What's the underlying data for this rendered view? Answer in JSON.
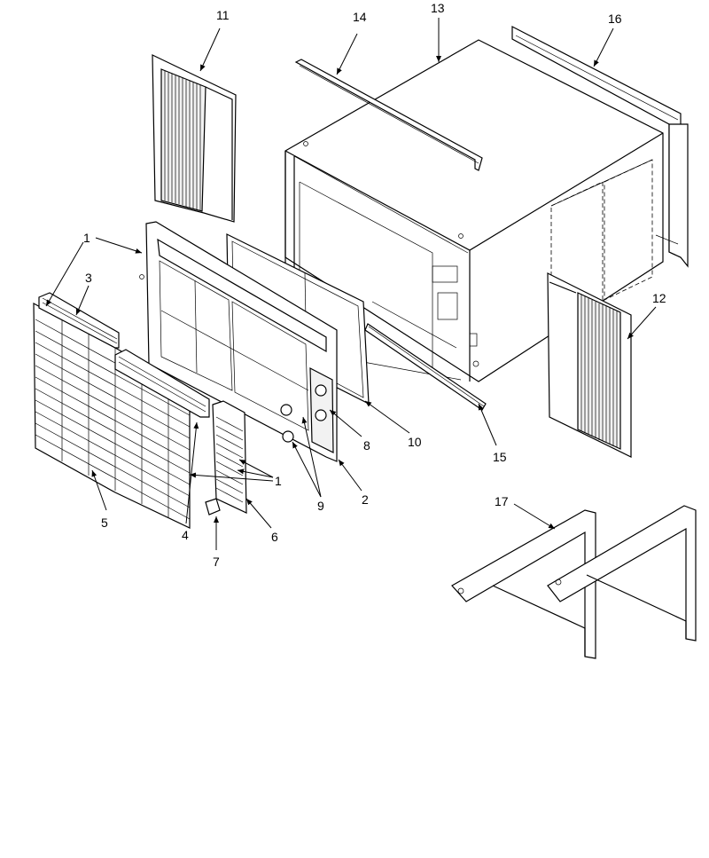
{
  "callouts": [
    {
      "id": "c1a",
      "text": "1"
    },
    {
      "id": "c1b",
      "text": "1"
    },
    {
      "id": "c1c",
      "text": "1"
    },
    {
      "id": "c2",
      "text": "2"
    },
    {
      "id": "c3",
      "text": "3"
    },
    {
      "id": "c4",
      "text": "4"
    },
    {
      "id": "c5",
      "text": "5"
    },
    {
      "id": "c6",
      "text": "6"
    },
    {
      "id": "c7",
      "text": "7"
    },
    {
      "id": "c8",
      "text": "8"
    },
    {
      "id": "c9",
      "text": "9"
    },
    {
      "id": "c10",
      "text": "10"
    },
    {
      "id": "c11",
      "text": "11"
    },
    {
      "id": "c12",
      "text": "12"
    },
    {
      "id": "c13",
      "text": "13"
    },
    {
      "id": "c14",
      "text": "14"
    },
    {
      "id": "c15",
      "text": "15"
    },
    {
      "id": "c16",
      "text": "16"
    },
    {
      "id": "c17",
      "text": "17"
    }
  ]
}
